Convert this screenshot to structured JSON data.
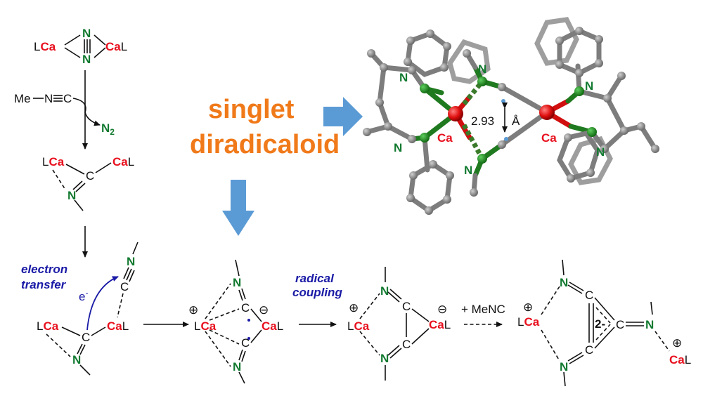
{
  "labels": {
    "singlet": "singlet",
    "diradicaloid": "diradicaloid",
    "electron": "electron",
    "transfer": "transfer",
    "radical": "radical",
    "coupling": "coupling",
    "add_menc": "+ MeNC",
    "me": "Me",
    "n": "N",
    "c": "C",
    "ca": "Ca",
    "l": "L",
    "n2_n": "N",
    "n2_sub": "2",
    "e_minus": "e",
    "e_sup": "-",
    "dianion": "2-",
    "dist_value": "2.93",
    "dist_unit": "Å",
    "crystal_n": "N",
    "crystal_ca": "Ca"
  },
  "colors": {
    "calcium": "#e8101e",
    "nitrogen": "#127a30",
    "annotation_blue": "#1a1aa6",
    "highlight_orange": "#f07a1a",
    "flow_arrow": "#5b9bd5",
    "carbon_grey": "#7d7d7d"
  }
}
